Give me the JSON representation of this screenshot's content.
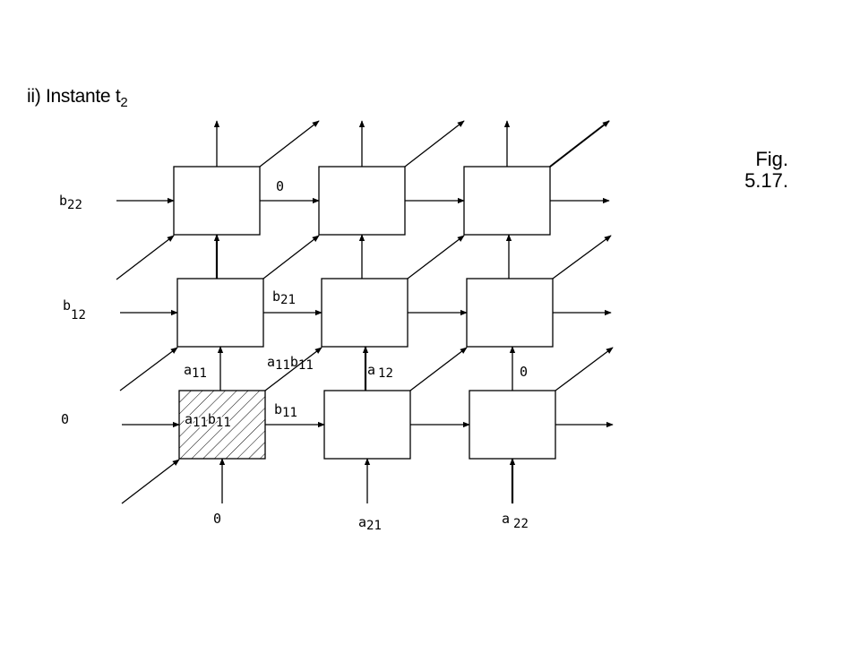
{
  "title": {
    "text": "ii) Instante t",
    "sub": "2"
  },
  "figure": {
    "line1": "Fig.",
    "line2": "5.17."
  },
  "labels": {
    "b22_in": {
      "base": "b",
      "sub": "22"
    },
    "b12_in": {
      "base": "b",
      "sub": "12"
    },
    "zero_in": "0",
    "top_row_zero": "0",
    "b21_mid": {
      "base": "b",
      "sub": "21"
    },
    "b11_bot": {
      "base": "b",
      "sub": "11"
    },
    "a11_up": {
      "base": "a",
      "sub": "11"
    },
    "a11b11_diag": {
      "a": "a",
      "as": "11",
      "b": "b",
      "bs": "11"
    },
    "a12_up": {
      "base": "a",
      "sub": "12"
    },
    "zero_up": "0",
    "cell_a11b11": {
      "a": "a",
      "as": "11",
      "b": "b",
      "bs": "11"
    },
    "bottom_zero": "0",
    "a21_bottom": {
      "base": "a",
      "sub": "21"
    },
    "a22_bottom": {
      "base": "a",
      "sub": "22"
    }
  },
  "colors": {
    "stroke": "#000000",
    "hatch": "#000000",
    "background": "#ffffff"
  }
}
